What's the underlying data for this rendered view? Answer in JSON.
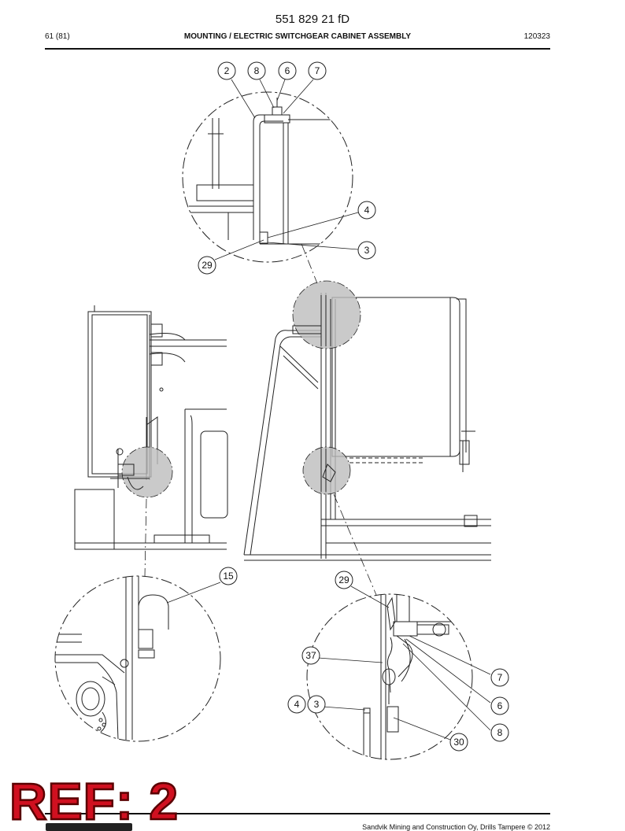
{
  "header": {
    "doc_number": "551 829 21 fD",
    "page": "61 (81)",
    "title": "MOUNTING / ELECTRIC SWITCHGEAR CABINET ASSEMBLY",
    "code": "120323"
  },
  "callouts": {
    "top_detail": [
      "2",
      "8",
      "6",
      "7",
      "4",
      "3",
      "29"
    ],
    "bottom_left_detail": [
      "15"
    ],
    "bottom_right_detail": [
      "29",
      "37",
      "7",
      "6",
      "4",
      "3",
      "8",
      "30"
    ]
  },
  "stamp": "REF: 2",
  "footer": {
    "copyright": "Sandvik Mining and Construction Oy, Drills Tampere © 2012"
  }
}
